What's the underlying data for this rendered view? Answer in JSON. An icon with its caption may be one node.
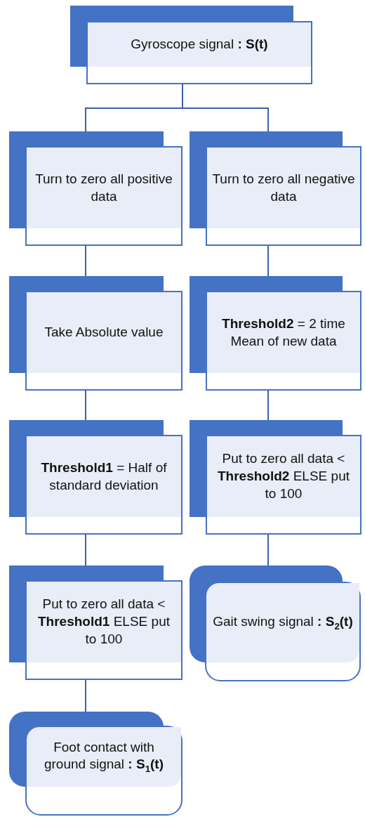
{
  "diagram": {
    "nodes": [
      {
        "text": [
          "Gyroscope signal **: S(t)**"
        ]
      },
      {
        "text": [
          "Turn to zero all positive data"
        ]
      },
      {
        "text": [
          "Take Absolute value"
        ]
      },
      {
        "text": [
          "**Threshold1** = Half of standard deviation"
        ]
      },
      {
        "text": [
          "Put to zero all data < **Threshold1** ELSE put to 100"
        ]
      },
      {
        "text": [
          "Foot contact with ground signal **: S**$_{1}$**(t)**"
        ]
      },
      {
        "text": [
          "Turn to zero all negative data"
        ]
      },
      {
        "text": [
          "**Threshold2** = 2 time Mean of new data"
        ]
      },
      {
        "text": [
          "Put to zero all data < **Threshold2** ELSE put to 100"
        ]
      },
      {
        "text": [
          "Gait swing signal **: S**$_{2}$**(t)**"
        ]
      }
    ],
    "edges": [
      {
        "from": 0,
        "to": 1,
        "arrow": "none"
      },
      {
        "from": 0,
        "to": 6,
        "arrow": "none"
      },
      {
        "from": 1,
        "to": 2,
        "arrow": "none"
      },
      {
        "from": 2,
        "to": 3,
        "arrow": "none"
      },
      {
        "from": 3,
        "to": 4,
        "arrow": "none"
      },
      {
        "from": 4,
        "to": 5,
        "arrow": "none"
      },
      {
        "from": 6,
        "to": 7,
        "arrow": "none"
      },
      {
        "from": 7,
        "to": 8,
        "arrow": "none"
      },
      {
        "from": 8,
        "to": 9,
        "arrow": "none"
      }
    ]
  }
}
